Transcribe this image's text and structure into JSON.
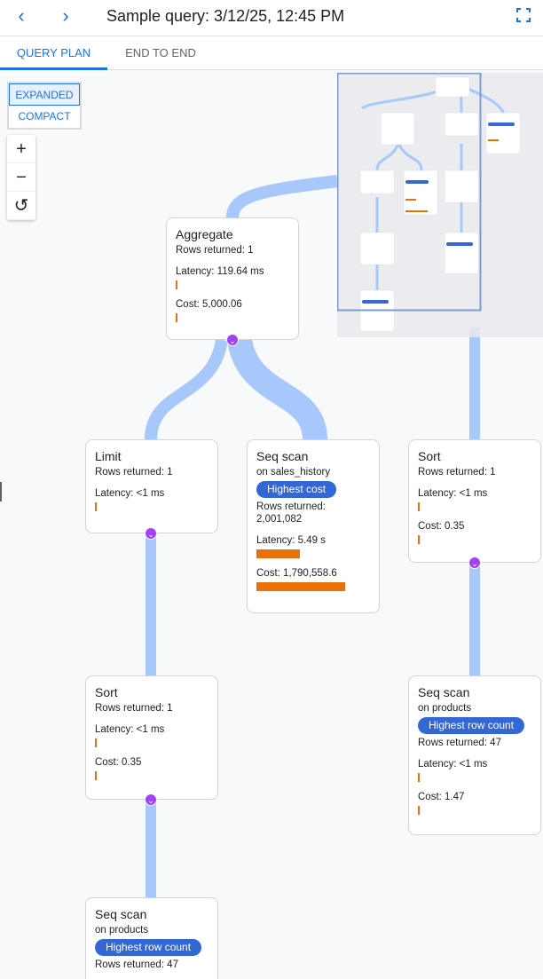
{
  "header": {
    "title": "Sample query: 3/12/25, 12:45 PM",
    "back_icon": "chevron-left-icon",
    "forward_icon": "chevron-right-icon",
    "fullscreen_icon": "fullscreen-icon"
  },
  "tabs": [
    {
      "label": "QUERY PLAN",
      "active": true
    },
    {
      "label": "END TO END",
      "active": false
    }
  ],
  "view_toggle": {
    "expanded": "EXPANDED",
    "compact": "COMPACT",
    "selected": "EXPANDED"
  },
  "zoom_controls": {
    "zoom_in": "+",
    "zoom_out": "−",
    "reset": "↺"
  },
  "colors": {
    "accent": "#1a73e8",
    "badge": "#3367d6",
    "metric_bar": "#e8710a",
    "connector": "#a8c7fa",
    "expand": "#a142f4"
  },
  "nodes": {
    "aggregate": {
      "title": "Aggregate",
      "rows": "Rows returned: 1",
      "latency": "Latency: 119.64 ms",
      "cost": "Cost: 5,000.06"
    },
    "limit": {
      "title": "Limit",
      "rows": "Rows returned: 1",
      "latency": "Latency: <1 ms"
    },
    "seq_sales": {
      "title": "Seq scan",
      "on": "on sales_history",
      "badge": "Highest cost",
      "rows": "Rows returned:",
      "rows_value": "2,001,082",
      "latency": "Latency: 5.49 s",
      "cost": "Cost: 1,790,558.6"
    },
    "sort_right": {
      "title": "Sort",
      "rows": "Rows returned: 1",
      "latency": "Latency: <1 ms",
      "cost": "Cost: 0.35"
    },
    "sort_left": {
      "title": "Sort",
      "rows": "Rows returned: 1",
      "latency": "Latency: <1 ms",
      "cost": "Cost: 0.35"
    },
    "seq_products_right": {
      "title": "Seq scan",
      "on": "on products",
      "badge": "Highest row count",
      "rows": "Rows returned: 47",
      "latency": "Latency: <1 ms",
      "cost": "Cost: 1.47"
    },
    "seq_products_bottom": {
      "title": "Seq scan",
      "on": "on products",
      "badge": "Highest row count",
      "rows": "Rows returned: 47"
    }
  }
}
